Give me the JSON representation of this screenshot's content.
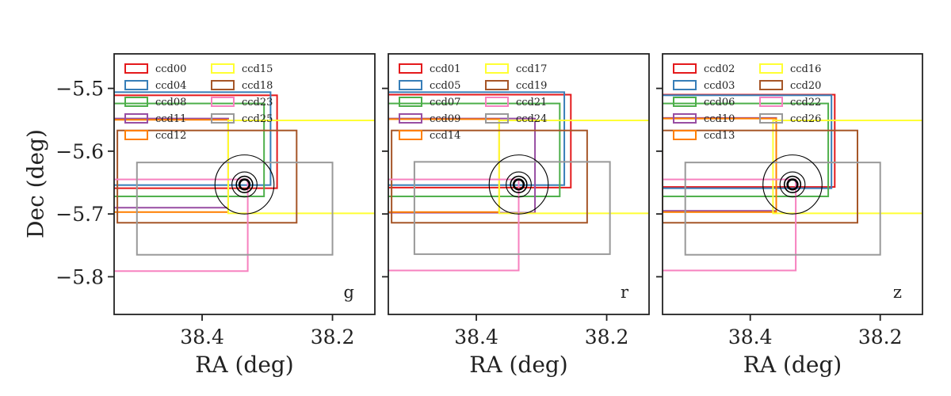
{
  "chart_data": {
    "type": "scatter",
    "shared": {
      "xlabel": "RA (deg)",
      "ylabel": "Dec (deg)",
      "xlim": [
        38.535,
        38.135
      ],
      "ylim": [
        -5.86,
        -5.445
      ],
      "xticks": [
        38.4,
        38.2
      ],
      "xtick_labels": [
        "38.4",
        "38.2"
      ],
      "yticks": [
        -5.5,
        -5.6,
        -5.7,
        -5.8
      ],
      "ytick_labels": [
        "−5.5",
        "−5.6",
        "−5.7",
        "−5.8"
      ],
      "target_center": {
        "ra": 38.335,
        "dec": -5.653
      },
      "target_circle_radii_deg": [
        0.008,
        0.013,
        0.02,
        0.047
      ]
    },
    "panels": [
      {
        "label": "g",
        "ccds": [
          {
            "name": "ccd00",
            "color": "#e41a1c",
            "ra_min": 38.285,
            "ra_max": 38.55,
            "dec_min": -5.659,
            "dec_max": -5.511
          },
          {
            "name": "ccd04",
            "color": "#377eb8",
            "ra_min": 38.295,
            "ra_max": 38.55,
            "dec_min": -5.654,
            "dec_max": -5.506
          },
          {
            "name": "ccd08",
            "color": "#4daf4a",
            "ra_min": 38.305,
            "ra_max": 38.55,
            "dec_min": -5.672,
            "dec_max": -5.524
          },
          {
            "name": "ccd11",
            "color": "#984ea3",
            "ra_min": 38.36,
            "ra_max": 38.55,
            "dec_min": -5.69,
            "dec_max": -5.548
          },
          {
            "name": "ccd12",
            "color": "#ff7f00",
            "ra_min": 38.36,
            "ra_max": 38.55,
            "dec_min": -5.697,
            "dec_max": -5.55
          },
          {
            "name": "ccd15",
            "color": "#ffff33",
            "ra_min": 38.11,
            "ra_max": 38.36,
            "dec_min": -5.699,
            "dec_max": -5.551
          },
          {
            "name": "ccd18",
            "color": "#a65628",
            "ra_min": 38.255,
            "ra_max": 38.53,
            "dec_min": -5.714,
            "dec_max": -5.567
          },
          {
            "name": "ccd23",
            "color": "#f781bf",
            "ra_min": 38.33,
            "ra_max": 38.55,
            "dec_min": -5.791,
            "dec_max": -5.645
          },
          {
            "name": "ccd25",
            "color": "#999999",
            "ra_min": 38.2,
            "ra_max": 38.5,
            "dec_min": -5.765,
            "dec_max": -5.618
          }
        ]
      },
      {
        "label": "r",
        "ccds": [
          {
            "name": "ccd01",
            "color": "#e41a1c",
            "ra_min": 38.255,
            "ra_max": 38.55,
            "dec_min": -5.658,
            "dec_max": -5.51
          },
          {
            "name": "ccd05",
            "color": "#377eb8",
            "ra_min": 38.265,
            "ra_max": 38.55,
            "dec_min": -5.654,
            "dec_max": -5.506
          },
          {
            "name": "ccd07",
            "color": "#4daf4a",
            "ra_min": 38.272,
            "ra_max": 38.55,
            "dec_min": -5.672,
            "dec_max": -5.524
          },
          {
            "name": "ccd09",
            "color": "#984ea3",
            "ra_min": 38.31,
            "ra_max": 38.55,
            "dec_min": -5.698,
            "dec_max": -5.548
          },
          {
            "name": "ccd14",
            "color": "#ff7f00",
            "ra_min": 38.365,
            "ra_max": 38.55,
            "dec_min": -5.697,
            "dec_max": -5.549
          },
          {
            "name": "ccd17",
            "color": "#ffff33",
            "ra_min": 38.11,
            "ra_max": 38.365,
            "dec_min": -5.699,
            "dec_max": -5.551
          },
          {
            "name": "ccd19",
            "color": "#a65628",
            "ra_min": 38.23,
            "ra_max": 38.53,
            "dec_min": -5.714,
            "dec_max": -5.567
          },
          {
            "name": "ccd21",
            "color": "#f781bf",
            "ra_min": 38.335,
            "ra_max": 38.55,
            "dec_min": -5.79,
            "dec_max": -5.645
          },
          {
            "name": "ccd24",
            "color": "#999999",
            "ra_min": 38.195,
            "ra_max": 38.495,
            "dec_min": -5.764,
            "dec_max": -5.617
          }
        ]
      },
      {
        "label": "z",
        "ccds": [
          {
            "name": "ccd02",
            "color": "#e41a1c",
            "ra_min": 38.27,
            "ra_max": 38.55,
            "dec_min": -5.657,
            "dec_max": -5.51
          },
          {
            "name": "ccd03",
            "color": "#377eb8",
            "ra_min": 38.275,
            "ra_max": 38.55,
            "dec_min": -5.659,
            "dec_max": -5.511
          },
          {
            "name": "ccd06",
            "color": "#4daf4a",
            "ra_min": 38.28,
            "ra_max": 38.55,
            "dec_min": -5.672,
            "dec_max": -5.524
          },
          {
            "name": "ccd10",
            "color": "#984ea3",
            "ra_min": 38.36,
            "ra_max": 38.55,
            "dec_min": -5.695,
            "dec_max": -5.547
          },
          {
            "name": "ccd13",
            "color": "#ff7f00",
            "ra_min": 38.36,
            "ra_max": 38.55,
            "dec_min": -5.697,
            "dec_max": -5.548
          },
          {
            "name": "ccd16",
            "color": "#ffff33",
            "ra_min": 38.11,
            "ra_max": 38.365,
            "dec_min": -5.699,
            "dec_max": -5.551
          },
          {
            "name": "ccd20",
            "color": "#a65628",
            "ra_min": 38.235,
            "ra_max": 38.535,
            "dec_min": -5.714,
            "dec_max": -5.567
          },
          {
            "name": "ccd22",
            "color": "#f781bf",
            "ra_min": 38.33,
            "ra_max": 38.55,
            "dec_min": -5.79,
            "dec_max": -5.645
          },
          {
            "name": "ccd26",
            "color": "#999999",
            "ra_min": 38.2,
            "ra_max": 38.5,
            "dec_min": -5.765,
            "dec_max": -5.618
          }
        ]
      }
    ]
  }
}
